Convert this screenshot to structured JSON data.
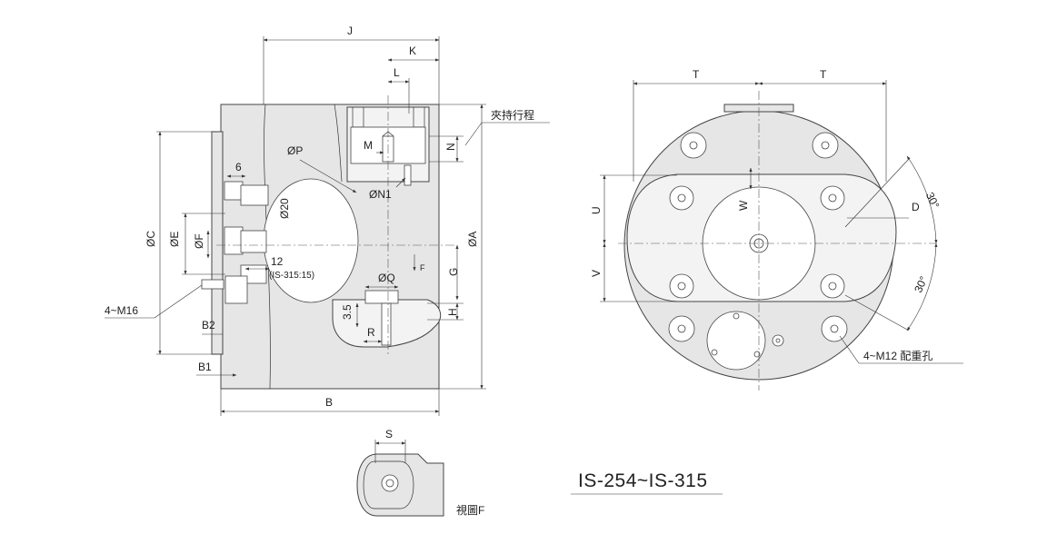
{
  "title": "IS-254~IS-315",
  "view_f_caption": "視圖F",
  "front_view": {
    "dims": {
      "J": "J",
      "K": "K",
      "L": "L",
      "M": "M",
      "N": "N",
      "phiP": "ØP",
      "phiN1": "ØN1",
      "six": "6",
      "phi20": "Ø20",
      "phiC": "ØC",
      "phiE": "ØE",
      "phiF": "ØF",
      "phiA": "ØA",
      "twelve": "12",
      "is315": "(IS-315:15)",
      "phiQ": "ØQ",
      "G": "G",
      "H": "H",
      "three5": "3.5",
      "R": "R",
      "B2": "B2",
      "B1": "B1",
      "B": "B",
      "stroke": "夾持行程",
      "m16": "4~M16",
      "F": "F"
    }
  },
  "side_view": {
    "dims": {
      "T1": "T",
      "T2": "T",
      "U": "U",
      "V": "V",
      "W": "W",
      "D": "D",
      "a1": "30°",
      "a2": "30°",
      "m12": "4~M12 配重孔"
    }
  },
  "view_f": {
    "S": "S"
  }
}
